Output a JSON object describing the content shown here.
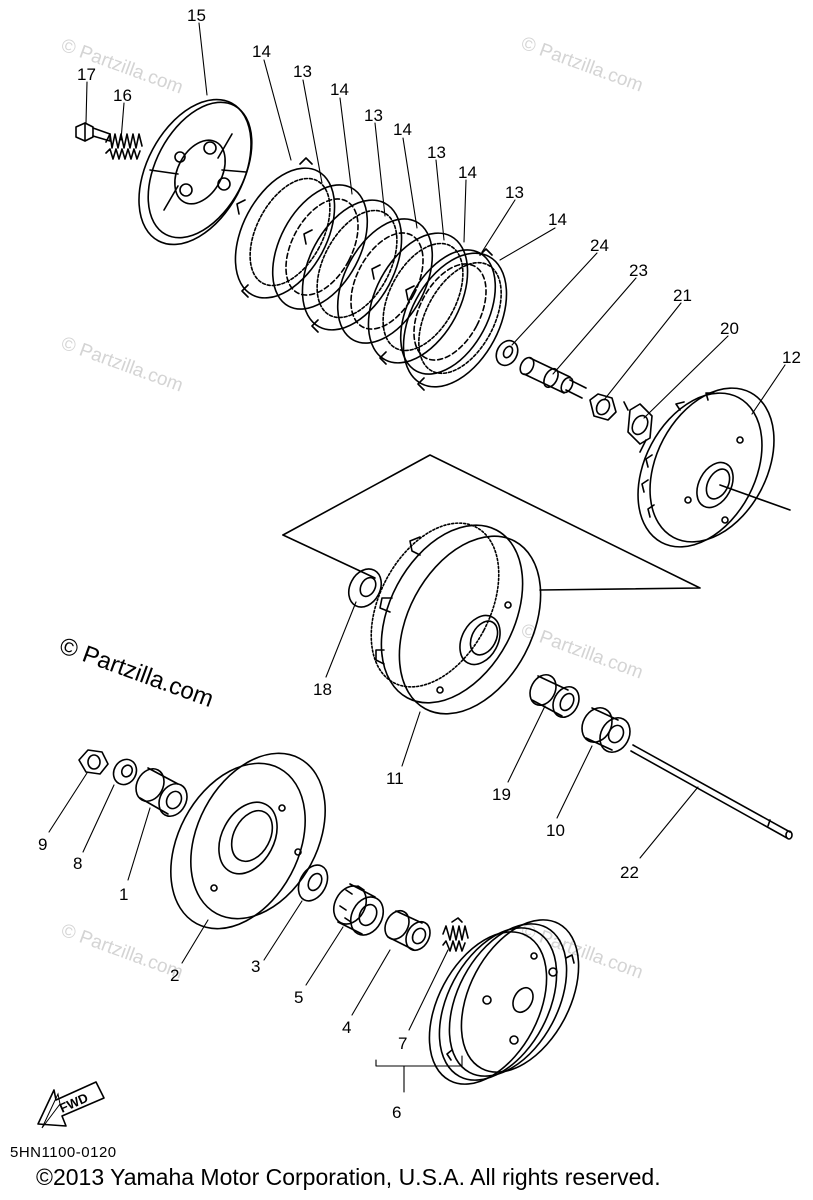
{
  "diagram": {
    "part_callouts": [
      "1",
      "2",
      "3",
      "4",
      "5",
      "6",
      "7",
      "8",
      "9",
      "10",
      "11",
      "12",
      "13",
      "14",
      "15",
      "16",
      "17",
      "18",
      "19",
      "20",
      "21",
      "22",
      "23",
      "24"
    ],
    "watermark_text": "© Partzilla.com",
    "direction_label": "FWD",
    "drawing_code": "5HN1100-0120",
    "copyright": "©2013  Yamaha Motor Corporation, U.S.A. All rights reserved."
  }
}
